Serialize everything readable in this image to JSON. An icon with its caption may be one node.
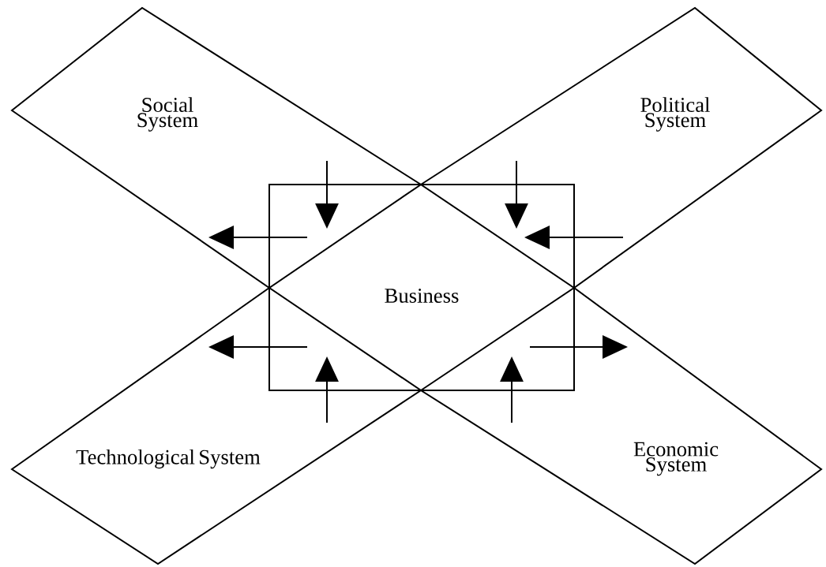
{
  "diagram": {
    "nodes": [
      {
        "text": [
          "Social System"
        ]
      },
      {
        "text": [
          "Political System"
        ]
      },
      {
        "text": [
          "Business"
        ]
      },
      {
        "text": [
          "Technological System"
        ]
      },
      {
        "text": [
          "Economic System"
        ]
      }
    ],
    "edges": [
      {
        "from": 0,
        "to": 2,
        "arrow": "to"
      },
      {
        "from": 2,
        "to": 0,
        "arrow": "to"
      },
      {
        "from": 1,
        "to": 2,
        "arrow": "to"
      },
      {
        "from": 1,
        "to": 2,
        "arrow": "to"
      },
      {
        "from": 2,
        "to": 3,
        "arrow": "to"
      },
      {
        "from": 3,
        "to": 2,
        "arrow": "to"
      },
      {
        "from": 4,
        "to": 2,
        "arrow": "to"
      },
      {
        "from": 2,
        "to": 4,
        "arrow": "to"
      }
    ]
  }
}
